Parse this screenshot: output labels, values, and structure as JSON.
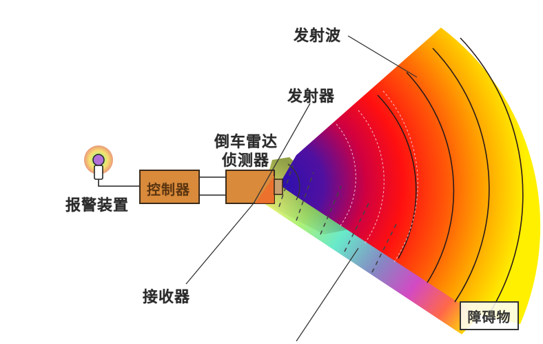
{
  "diagram": {
    "type": "block-diagram",
    "subject": "reverse parking radar system",
    "labels": {
      "alarm_device": "报警装置",
      "controller": "控制器",
      "radar_detector_line1": "倒车雷达",
      "radar_detector_line2": "侦测器",
      "transmitter": "发射器",
      "transmitted_wave": "发射波",
      "receiver": "接收器",
      "obstacle": "障碍物"
    },
    "nodes": [
      {
        "id": "alarm",
        "label": "报警装置",
        "icon": "alarm-light-icon"
      },
      {
        "id": "controller",
        "label": "控制器"
      },
      {
        "id": "detector",
        "label": "倒车雷达侦测器"
      },
      {
        "id": "transmitter",
        "label": "发射器"
      },
      {
        "id": "receiver",
        "label": "接收器"
      },
      {
        "id": "obstacle",
        "label": "障碍物"
      }
    ],
    "edges": [
      {
        "from": "alarm",
        "to": "controller"
      },
      {
        "from": "controller",
        "to": "detector"
      },
      {
        "from": "detector",
        "to": "transmitter"
      },
      {
        "from": "transmitter",
        "to": "obstacle",
        "label": "发射波"
      },
      {
        "from": "obstacle",
        "to": "receiver"
      }
    ],
    "colors": {
      "box_fill": "#d98a3a",
      "box_stroke": "#3a2a1a",
      "wave_inner": "#3a10a0",
      "wave_mid": "#ff1010",
      "wave_outer": "#ffee00",
      "reflected_start": "#f0f060",
      "reflected_mid": "#40e0d0",
      "reflected_end": "#e040c0",
      "line": "#333333"
    }
  }
}
